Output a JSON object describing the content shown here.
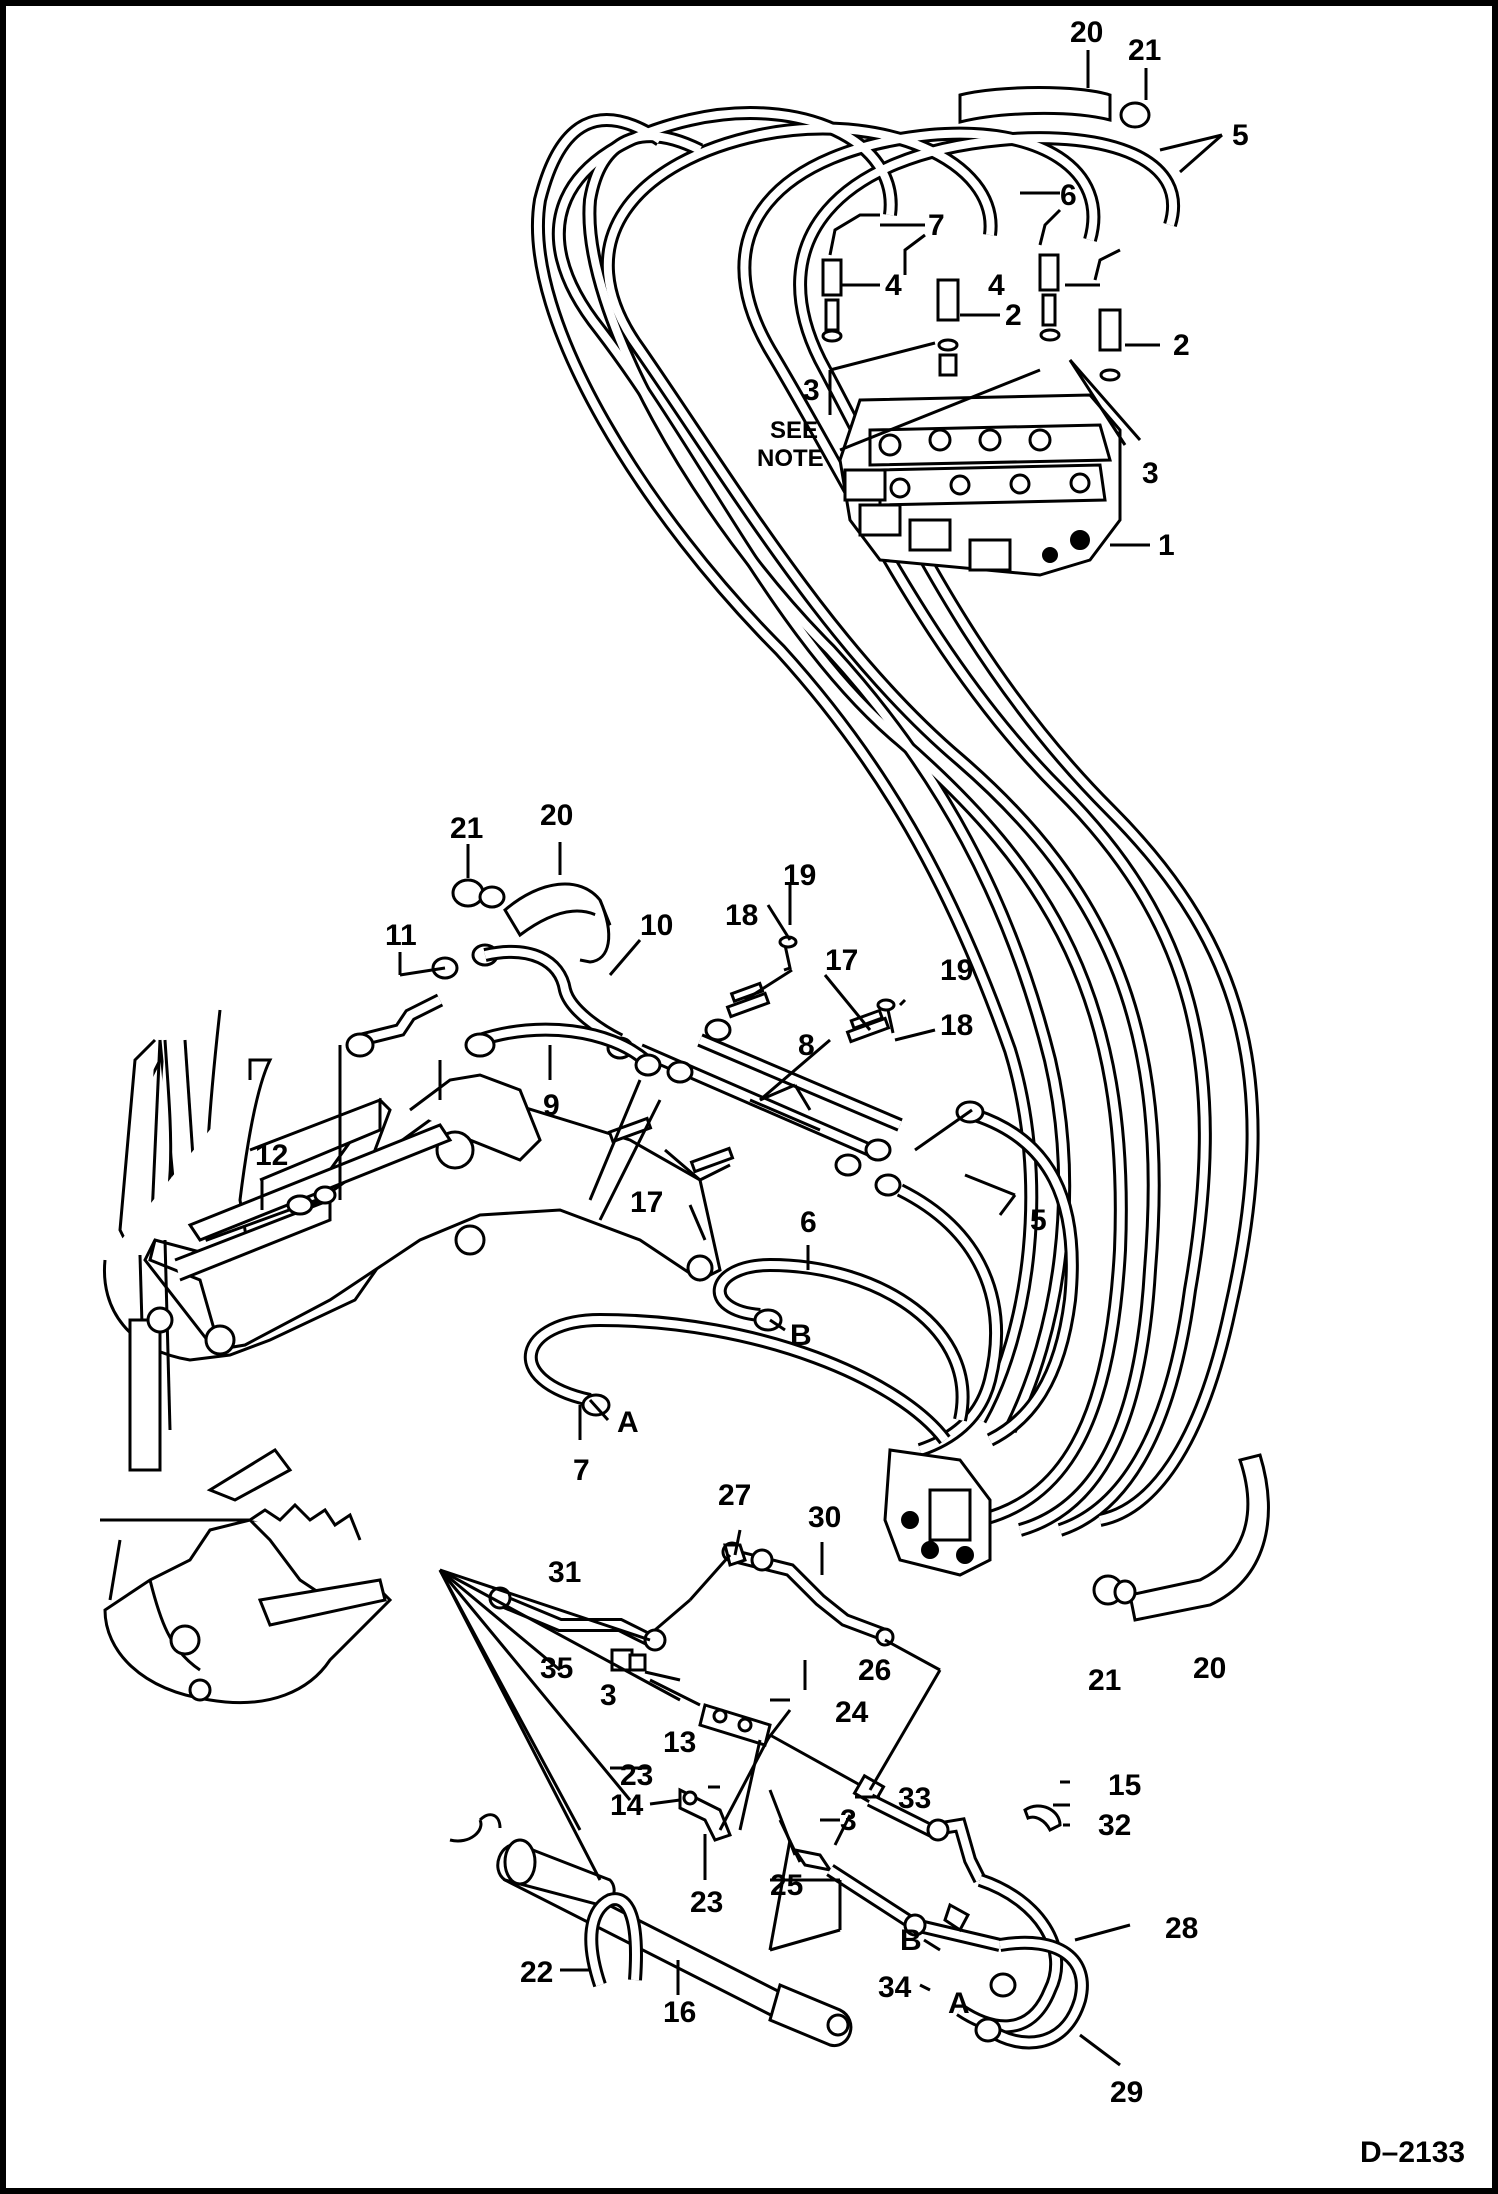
{
  "diagram": {
    "note_text": [
      "SEE",
      "NOTE"
    ],
    "drawing_code": "D–2133",
    "labels": [
      {
        "id": "top-20",
        "text": "20"
      },
      {
        "id": "top-21",
        "text": "21"
      },
      {
        "id": "top-5",
        "text": "5"
      },
      {
        "id": "top-6",
        "text": "6"
      },
      {
        "id": "top-7",
        "text": "7"
      },
      {
        "id": "top-4a",
        "text": "4"
      },
      {
        "id": "top-4b",
        "text": "4"
      },
      {
        "id": "top-2a",
        "text": "2"
      },
      {
        "id": "top-2b",
        "text": "2"
      },
      {
        "id": "top-3a",
        "text": "3"
      },
      {
        "id": "top-3b",
        "text": "3"
      },
      {
        "id": "top-1",
        "text": "1"
      },
      {
        "id": "mid-21",
        "text": "21"
      },
      {
        "id": "mid-20",
        "text": "20"
      },
      {
        "id": "mid-19a",
        "text": "19"
      },
      {
        "id": "mid-18a",
        "text": "18"
      },
      {
        "id": "mid-11",
        "text": "11"
      },
      {
        "id": "mid-10",
        "text": "10"
      },
      {
        "id": "mid-17a",
        "text": "17"
      },
      {
        "id": "mid-19b",
        "text": "19"
      },
      {
        "id": "mid-18b",
        "text": "18"
      },
      {
        "id": "mid-8",
        "text": "8"
      },
      {
        "id": "mid-9",
        "text": "9"
      },
      {
        "id": "mid-12",
        "text": "12"
      },
      {
        "id": "mid-17b",
        "text": "17"
      },
      {
        "id": "mid-5",
        "text": "5"
      },
      {
        "id": "mid-6",
        "text": "6"
      },
      {
        "id": "mid-B",
        "text": "B"
      },
      {
        "id": "mid-A",
        "text": "A"
      },
      {
        "id": "mid-7",
        "text": "7"
      },
      {
        "id": "low-27",
        "text": "27"
      },
      {
        "id": "low-30",
        "text": "30"
      },
      {
        "id": "low-31",
        "text": "31"
      },
      {
        "id": "low-21",
        "text": "21"
      },
      {
        "id": "low-20",
        "text": "20"
      },
      {
        "id": "low-35",
        "text": "35"
      },
      {
        "id": "low-26",
        "text": "26"
      },
      {
        "id": "low-3a",
        "text": "3"
      },
      {
        "id": "low-24",
        "text": "24"
      },
      {
        "id": "low-13",
        "text": "13"
      },
      {
        "id": "low-23a",
        "text": "23"
      },
      {
        "id": "low-14",
        "text": "14"
      },
      {
        "id": "low-33",
        "text": "33"
      },
      {
        "id": "low-3b",
        "text": "3"
      },
      {
        "id": "low-15",
        "text": "15"
      },
      {
        "id": "low-32",
        "text": "32"
      },
      {
        "id": "low-25",
        "text": "25"
      },
      {
        "id": "low-23b",
        "text": "23"
      },
      {
        "id": "low-28",
        "text": "28"
      },
      {
        "id": "low-B",
        "text": "B"
      },
      {
        "id": "low-34",
        "text": "34"
      },
      {
        "id": "low-22",
        "text": "22"
      },
      {
        "id": "low-16",
        "text": "16"
      },
      {
        "id": "low-A",
        "text": "A"
      },
      {
        "id": "low-29",
        "text": "29"
      }
    ]
  }
}
